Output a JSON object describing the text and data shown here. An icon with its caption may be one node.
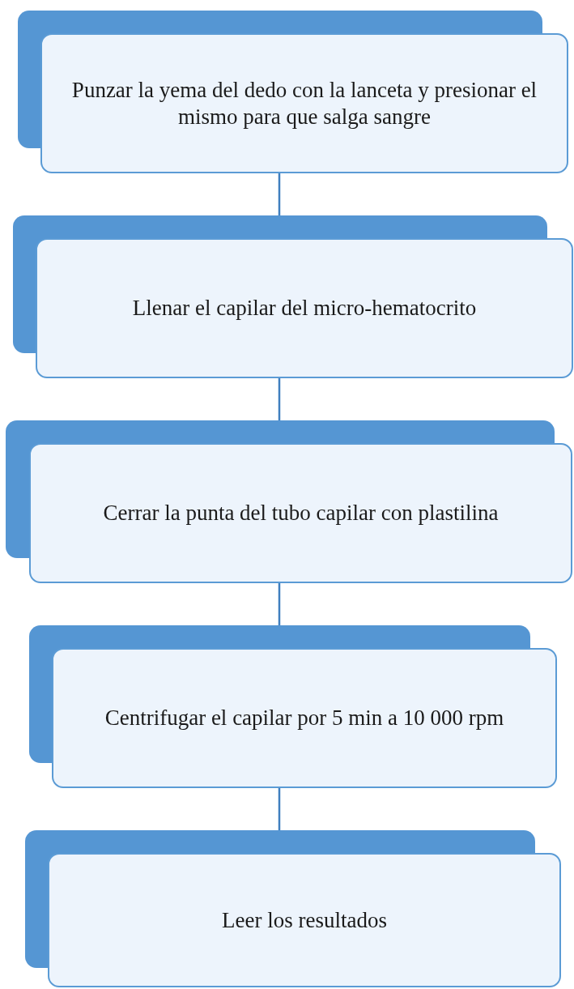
{
  "diagram": {
    "nodes": [
      {
        "text": [
          "Punzar la yema del dedo con la lanceta y presionar el mismo para que salga sangre"
        ]
      },
      {
        "text": [
          "Llenar el capilar del micro-hematocrito"
        ]
      },
      {
        "text": [
          "Cerrar la punta del tubo capilar con plastilina"
        ]
      },
      {
        "text": [
          "Centrifugar el capilar por 5 min a 10 000 rpm"
        ]
      },
      {
        "text": [
          "Leer los resultados"
        ]
      }
    ],
    "edges": [
      {
        "from": 0,
        "to": 1,
        "arrow": "none"
      },
      {
        "from": 1,
        "to": 2,
        "arrow": "none"
      },
      {
        "from": 2,
        "to": 3,
        "arrow": "none"
      },
      {
        "from": 3,
        "to": 4,
        "arrow": "none"
      }
    ]
  }
}
